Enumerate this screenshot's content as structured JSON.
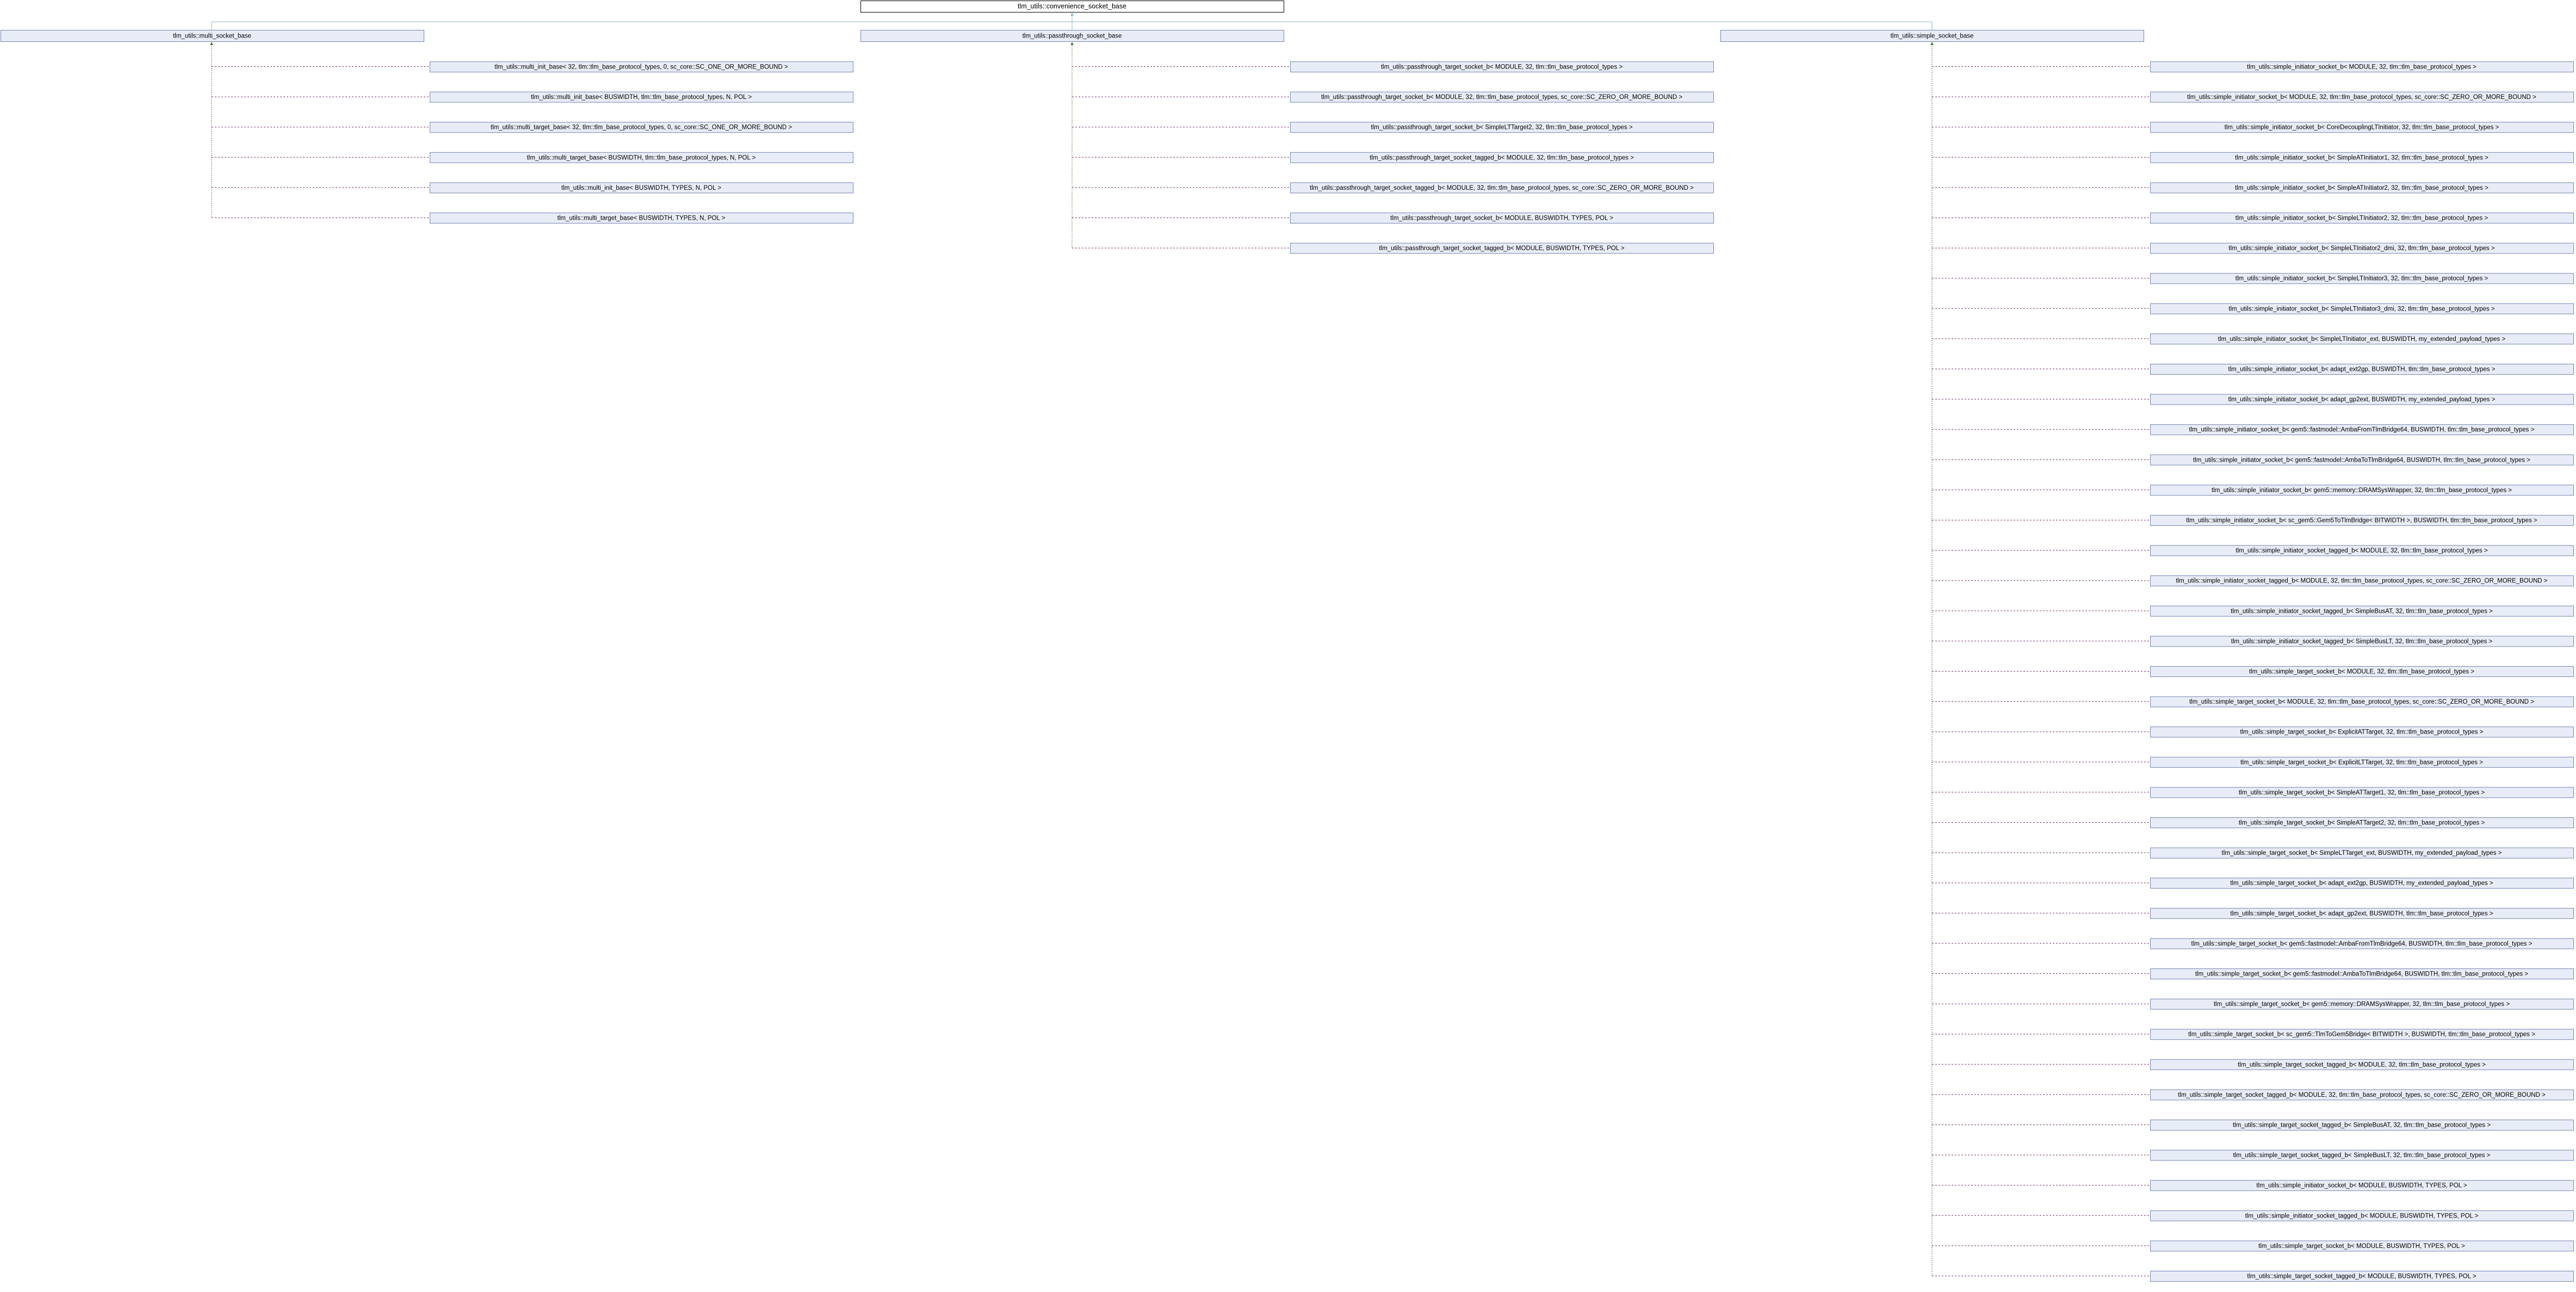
{
  "colors": {
    "node_fill": "#e8ecf6",
    "node_stroke": "#7585b3",
    "root_fill": "#ffffff",
    "root_stroke": "#000000",
    "inherit_edge": "#8fb9c4",
    "template_edge": "#7a2f6a",
    "template_edge_alt": "#4a7a3a"
  },
  "root": {
    "label": "tlm_utils::convenience_socket_base"
  },
  "groups": [
    {
      "label": "tlm_utils::multi_socket_base",
      "children": [
        "tlm_utils::multi_init_base< 32, tlm::tlm_base_protocol_types, 0, sc_core::SC_ONE_OR_MORE_BOUND >",
        "tlm_utils::multi_init_base< BUSWIDTH, tlm::tlm_base_protocol_types, N, POL >",
        "tlm_utils::multi_target_base< 32, tlm::tlm_base_protocol_types, 0, sc_core::SC_ONE_OR_MORE_BOUND >",
        "tlm_utils::multi_target_base< BUSWIDTH, tlm::tlm_base_protocol_types, N, POL >",
        "tlm_utils::multi_init_base< BUSWIDTH, TYPES, N, POL >",
        "tlm_utils::multi_target_base< BUSWIDTH, TYPES, N, POL >"
      ]
    },
    {
      "label": "tlm_utils::passthrough_socket_base",
      "children": [
        "tlm_utils::passthrough_target_socket_b< MODULE, 32, tlm::tlm_base_protocol_types >",
        "tlm_utils::passthrough_target_socket_b< MODULE, 32, tlm::tlm_base_protocol_types, sc_core::SC_ZERO_OR_MORE_BOUND >",
        "tlm_utils::passthrough_target_socket_b< SimpleLTTarget2, 32, tlm::tlm_base_protocol_types >",
        "tlm_utils::passthrough_target_socket_tagged_b< MODULE, 32, tlm::tlm_base_protocol_types >",
        "tlm_utils::passthrough_target_socket_tagged_b< MODULE, 32, tlm::tlm_base_protocol_types, sc_core::SC_ZERO_OR_MORE_BOUND >",
        "tlm_utils::passthrough_target_socket_b< MODULE, BUSWIDTH, TYPES, POL >",
        "tlm_utils::passthrough_target_socket_tagged_b< MODULE, BUSWIDTH, TYPES, POL >"
      ]
    },
    {
      "label": "tlm_utils::simple_socket_base",
      "children": [
        "tlm_utils::simple_initiator_socket_b< MODULE, 32, tlm::tlm_base_protocol_types >",
        "tlm_utils::simple_initiator_socket_b< MODULE, 32, tlm::tlm_base_protocol_types, sc_core::SC_ZERO_OR_MORE_BOUND >",
        "tlm_utils::simple_initiator_socket_b< CoreDecouplingLTInitiator, 32, tlm::tlm_base_protocol_types >",
        "tlm_utils::simple_initiator_socket_b< SimpleATInitiator1, 32, tlm::tlm_base_protocol_types >",
        "tlm_utils::simple_initiator_socket_b< SimpleATInitiator2, 32, tlm::tlm_base_protocol_types >",
        "tlm_utils::simple_initiator_socket_b< SimpleLTInitiator2, 32, tlm::tlm_base_protocol_types >",
        "tlm_utils::simple_initiator_socket_b< SimpleLTInitiator2_dmi, 32, tlm::tlm_base_protocol_types >",
        "tlm_utils::simple_initiator_socket_b< SimpleLTInitiator3, 32, tlm::tlm_base_protocol_types >",
        "tlm_utils::simple_initiator_socket_b< SimpleLTInitiator3_dmi, 32, tlm::tlm_base_protocol_types >",
        "tlm_utils::simple_initiator_socket_b< SimpleLTInitiator_ext, BUSWIDTH, my_extended_payload_types >",
        "tlm_utils::simple_initiator_socket_b< adapt_ext2gp, BUSWIDTH, tlm::tlm_base_protocol_types >",
        "tlm_utils::simple_initiator_socket_b< adapt_gp2ext, BUSWIDTH, my_extended_payload_types >",
        "tlm_utils::simple_initiator_socket_b< gem5::fastmodel::AmbaFromTlmBridge64, BUSWIDTH, tlm::tlm_base_protocol_types >",
        "tlm_utils::simple_initiator_socket_b< gem5::fastmodel::AmbaToTlmBridge64, BUSWIDTH, tlm::tlm_base_protocol_types >",
        "tlm_utils::simple_initiator_socket_b< gem5::memory::DRAMSysWrapper, 32, tlm::tlm_base_protocol_types >",
        "tlm_utils::simple_initiator_socket_b< sc_gem5::Gem5ToTlmBridge< BITWIDTH >, BUSWIDTH, tlm::tlm_base_protocol_types >",
        "tlm_utils::simple_initiator_socket_tagged_b< MODULE, 32, tlm::tlm_base_protocol_types >",
        "tlm_utils::simple_initiator_socket_tagged_b< MODULE, 32, tlm::tlm_base_protocol_types, sc_core::SC_ZERO_OR_MORE_BOUND >",
        "tlm_utils::simple_initiator_socket_tagged_b< SimpleBusAT, 32, tlm::tlm_base_protocol_types >",
        "tlm_utils::simple_initiator_socket_tagged_b< SimpleBusLT, 32, tlm::tlm_base_protocol_types >",
        "tlm_utils::simple_target_socket_b< MODULE, 32, tlm::tlm_base_protocol_types >",
        "tlm_utils::simple_target_socket_b< MODULE, 32, tlm::tlm_base_protocol_types, sc_core::SC_ZERO_OR_MORE_BOUND >",
        "tlm_utils::simple_target_socket_b< ExplicitATTarget, 32, tlm::tlm_base_protocol_types >",
        "tlm_utils::simple_target_socket_b< ExplicitLTTarget, 32, tlm::tlm_base_protocol_types >",
        "tlm_utils::simple_target_socket_b< SimpleATTarget1, 32, tlm::tlm_base_protocol_types >",
        "tlm_utils::simple_target_socket_b< SimpleATTarget2, 32, tlm::tlm_base_protocol_types >",
        "tlm_utils::simple_target_socket_b< SimpleLTTarget_ext, BUSWIDTH, my_extended_payload_types >",
        "tlm_utils::simple_target_socket_b< adapt_ext2gp, BUSWIDTH, my_extended_payload_types >",
        "tlm_utils::simple_target_socket_b< adapt_gp2ext, BUSWIDTH, tlm::tlm_base_protocol_types >",
        "tlm_utils::simple_target_socket_b< gem5::fastmodel::AmbaFromTlmBridge64, BUSWIDTH, tlm::tlm_base_protocol_types >",
        "tlm_utils::simple_target_socket_b< gem5::fastmodel::AmbaToTlmBridge64, BUSWIDTH, tlm::tlm_base_protocol_types >",
        "tlm_utils::simple_target_socket_b< gem5::memory::DRAMSysWrapper, 32, tlm::tlm_base_protocol_types >",
        "tlm_utils::simple_target_socket_b< sc_gem5::TlmToGem5Bridge< BITWIDTH >, BUSWIDTH, tlm::tlm_base_protocol_types >",
        "tlm_utils::simple_target_socket_tagged_b< MODULE, 32, tlm::tlm_base_protocol_types >",
        "tlm_utils::simple_target_socket_tagged_b< MODULE, 32, tlm::tlm_base_protocol_types, sc_core::SC_ZERO_OR_MORE_BOUND >",
        "tlm_utils::simple_target_socket_tagged_b< SimpleBusAT, 32, tlm::tlm_base_protocol_types >",
        "tlm_utils::simple_target_socket_tagged_b< SimpleBusLT, 32, tlm::tlm_base_protocol_types >",
        "tlm_utils::simple_initiator_socket_b< MODULE, BUSWIDTH, TYPES, POL >",
        "tlm_utils::simple_initiator_socket_tagged_b< MODULE, BUSWIDTH, TYPES, POL >",
        "tlm_utils::simple_target_socket_b< MODULE, BUSWIDTH, TYPES, POL >",
        "tlm_utils::simple_target_socket_tagged_b< MODULE, BUSWIDTH, TYPES, POL >"
      ]
    }
  ]
}
